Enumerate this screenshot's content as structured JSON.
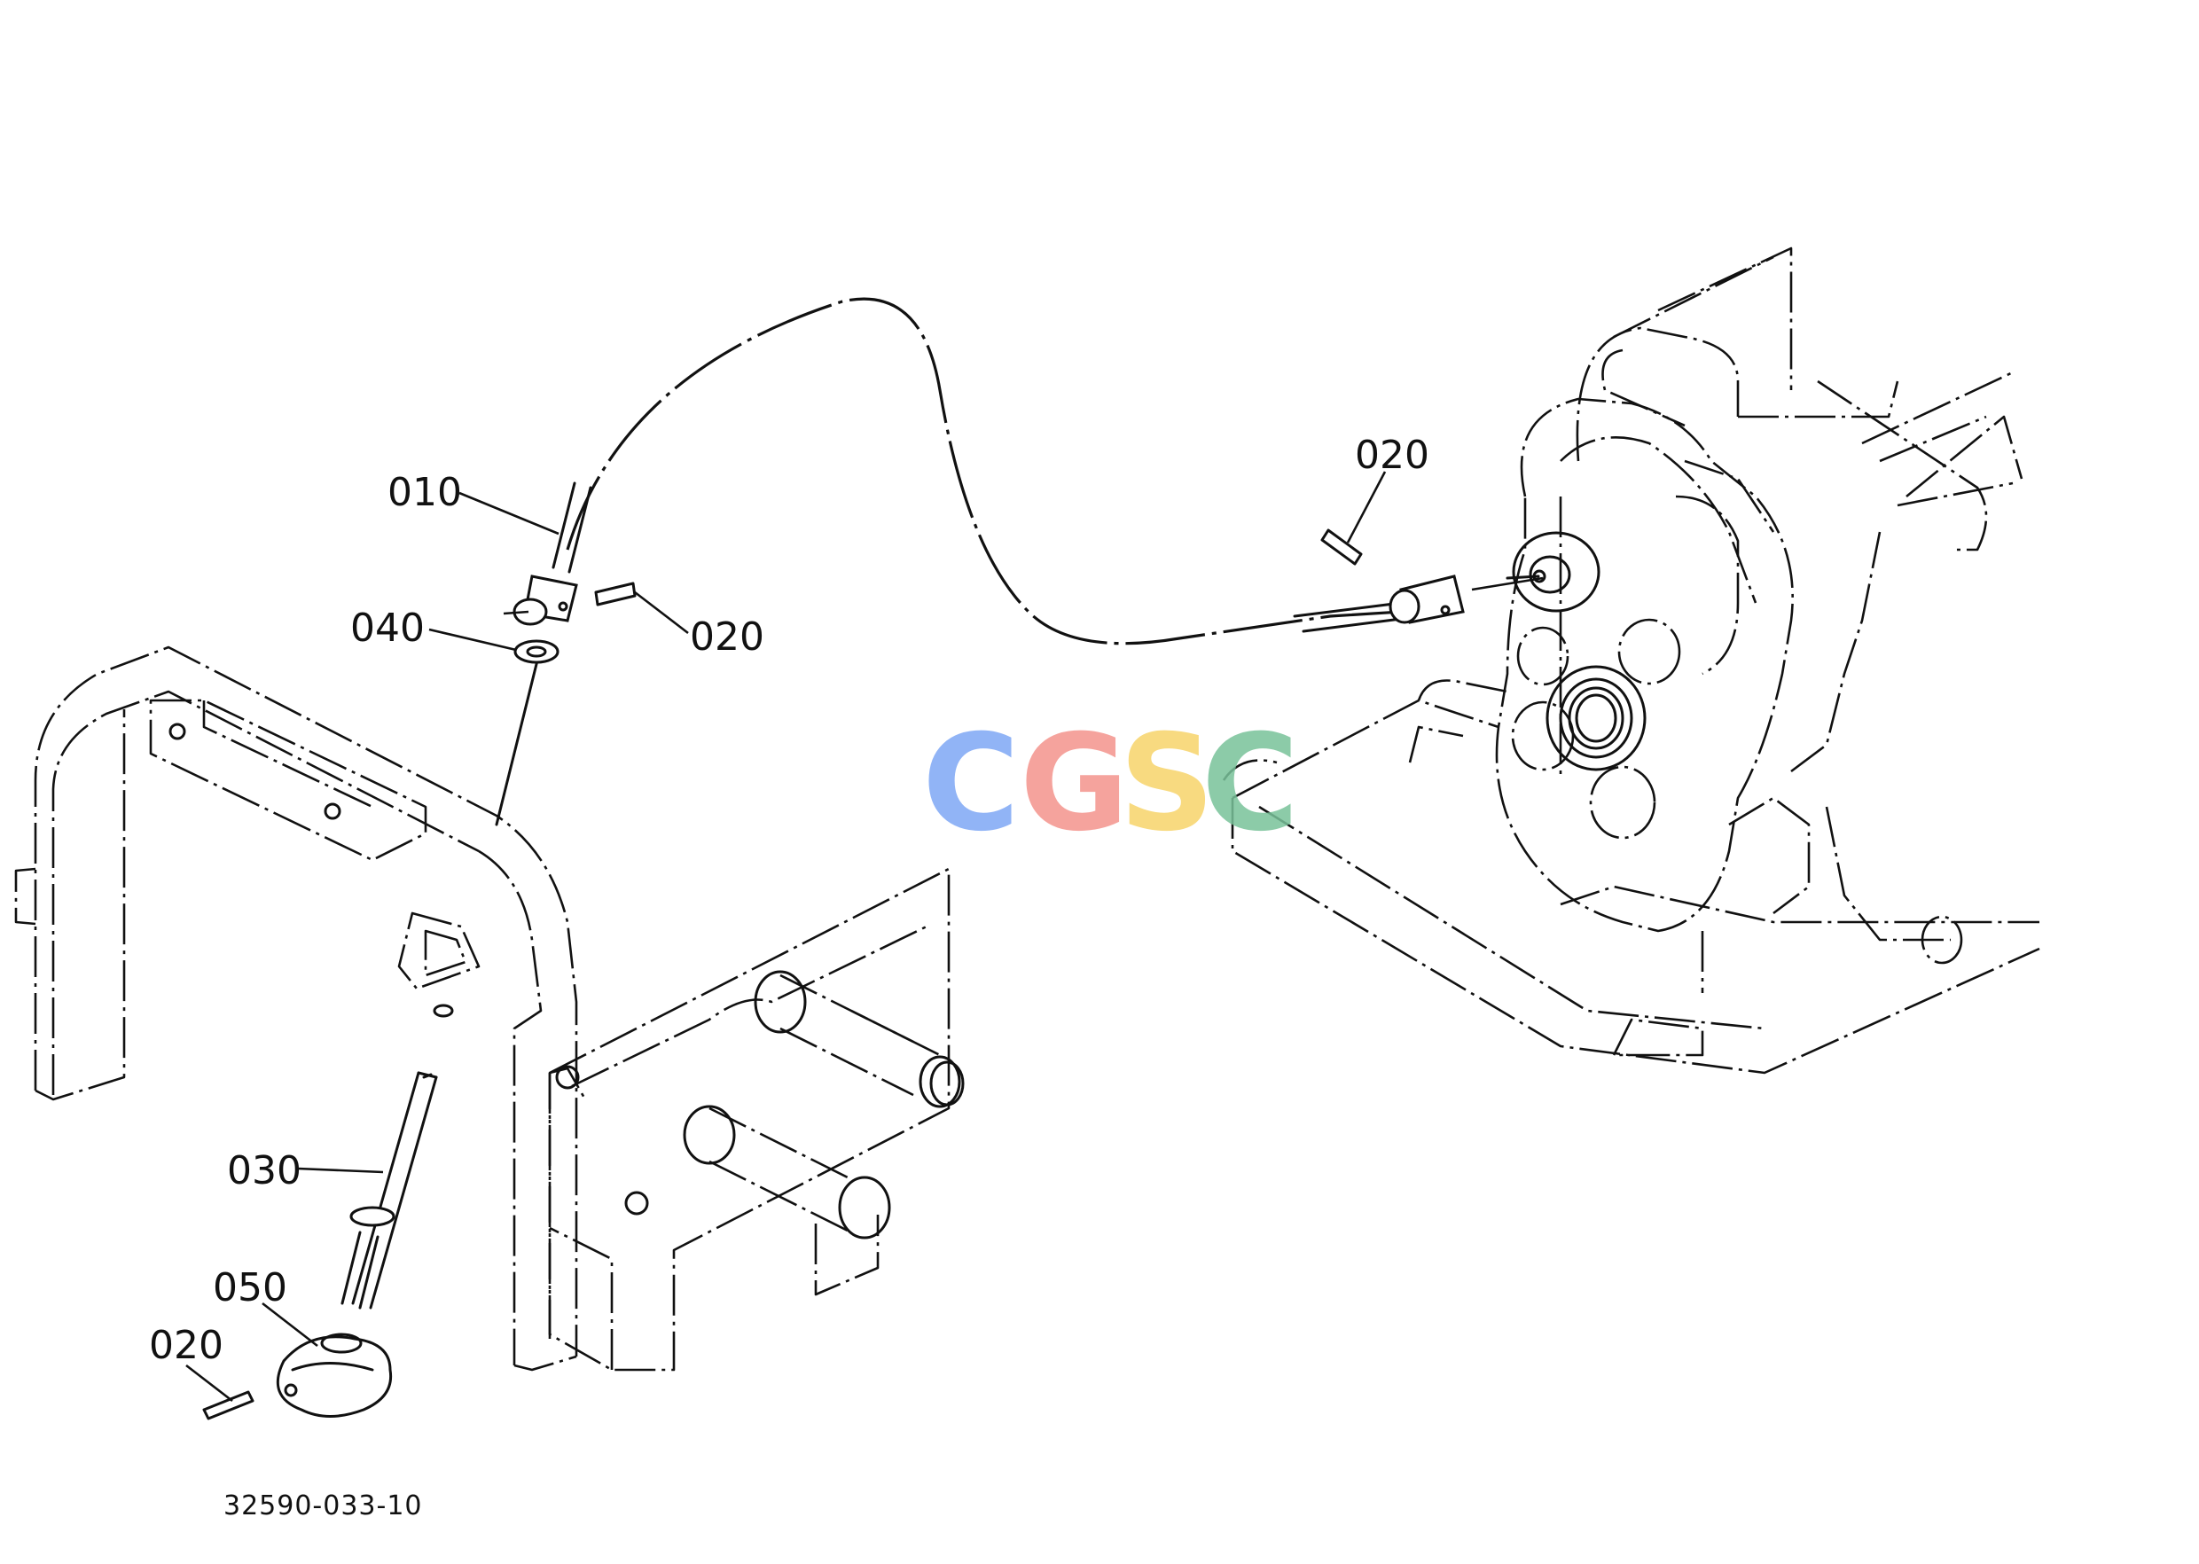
{
  "callouts": [
    {
      "id": "010",
      "text": "010"
    },
    {
      "id": "040",
      "text": "040"
    },
    {
      "id": "020a",
      "text": "020"
    },
    {
      "id": "020b",
      "text": "020"
    },
    {
      "id": "030",
      "text": "030"
    },
    {
      "id": "050",
      "text": "050"
    },
    {
      "id": "020c",
      "text": "020"
    }
  ],
  "figure_number": "32590-033-10",
  "watermark": {
    "letters": [
      "C",
      "G",
      "S",
      "C"
    ],
    "colors": [
      "#7ea7f5",
      "#f4948c",
      "#f7d46a",
      "#79c29a"
    ]
  }
}
